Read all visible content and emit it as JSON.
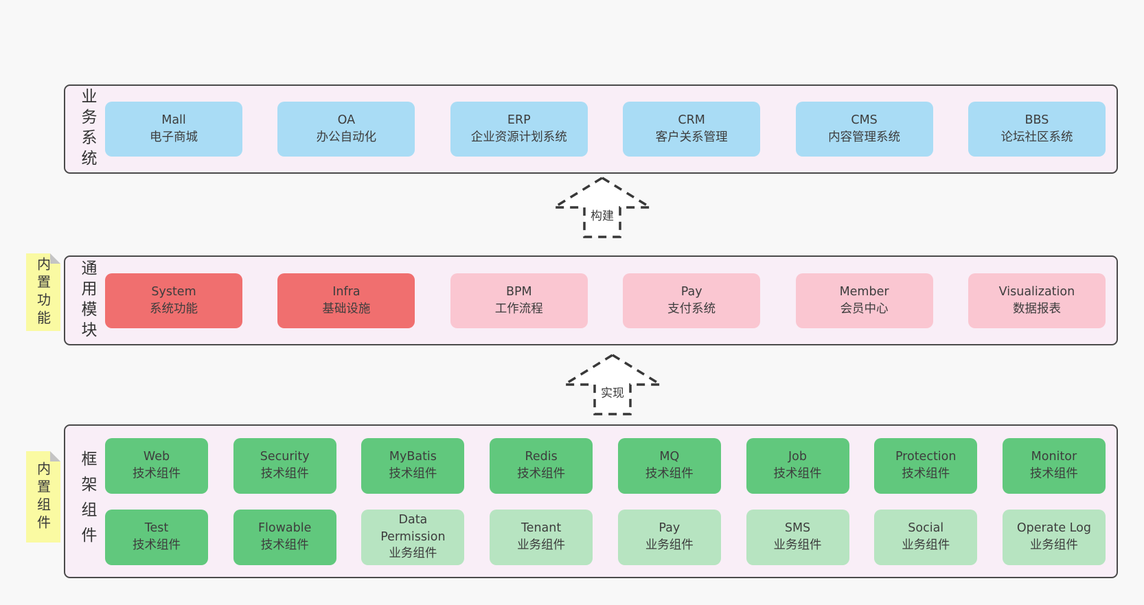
{
  "page": {
    "background": "#f8f8f8",
    "container_background": "#f9eef7",
    "border_color": "#4a4a4a",
    "text_color": "#3d3d3d"
  },
  "colors": {
    "blue": "#a9dcf5",
    "red": "#f06f6f",
    "pink": "#fac6d1",
    "green": "#61c87d",
    "lightgreen": "#b7e4c1",
    "tag_yellow": "#fafaa2",
    "tag_fold_gray": "#c4c4c4"
  },
  "arrows": [
    {
      "label": "构建"
    },
    {
      "label": "实现"
    }
  ],
  "layers": [
    {
      "label": "业务系统",
      "tag": null,
      "rows": [
        [
          {
            "name": "Mall",
            "desc": "电子商城",
            "color": "blue"
          },
          {
            "name": "OA",
            "desc": "办公自动化",
            "color": "blue"
          },
          {
            "name": "ERP",
            "desc": "企业资源计划系统",
            "color": "blue"
          },
          {
            "name": "CRM",
            "desc": "客户关系管理",
            "color": "blue"
          },
          {
            "name": "CMS",
            "desc": "内容管理系统",
            "color": "blue"
          },
          {
            "name": "BBS",
            "desc": "论坛社区系统",
            "color": "blue"
          }
        ]
      ]
    },
    {
      "label": "通用模块",
      "tag": "内置功能",
      "rows": [
        [
          {
            "name": "System",
            "desc": "系统功能",
            "color": "red"
          },
          {
            "name": "Infra",
            "desc": "基础设施",
            "color": "red"
          },
          {
            "name": "BPM",
            "desc": "工作流程",
            "color": "pink"
          },
          {
            "name": "Pay",
            "desc": "支付系统",
            "color": "pink"
          },
          {
            "name": "Member",
            "desc": "会员中心",
            "color": "pink"
          },
          {
            "name": "Visualization",
            "desc": "数据报表",
            "color": "pink"
          }
        ]
      ]
    },
    {
      "label": "框架组件",
      "tag": "内置组件",
      "rows": [
        [
          {
            "name": "Web",
            "desc": "技术组件",
            "color": "green"
          },
          {
            "name": "Security",
            "desc": "技术组件",
            "color": "green"
          },
          {
            "name": "MyBatis",
            "desc": "技术组件",
            "color": "green"
          },
          {
            "name": "Redis",
            "desc": "技术组件",
            "color": "green"
          },
          {
            "name": "MQ",
            "desc": "技术组件",
            "color": "green"
          },
          {
            "name": "Job",
            "desc": "技术组件",
            "color": "green"
          },
          {
            "name": "Protection",
            "desc": "技术组件",
            "color": "green"
          },
          {
            "name": "Monitor",
            "desc": "技术组件",
            "color": "green"
          }
        ],
        [
          {
            "name": "Test",
            "desc": "技术组件",
            "color": "green"
          },
          {
            "name": "Flowable",
            "desc": "技术组件",
            "color": "green"
          },
          {
            "name": "Data Permission",
            "desc": "业务组件",
            "color": "lightgreen"
          },
          {
            "name": "Tenant",
            "desc": "业务组件",
            "color": "lightgreen"
          },
          {
            "name": "Pay",
            "desc": "业务组件",
            "color": "lightgreen"
          },
          {
            "name": "SMS",
            "desc": "业务组件",
            "color": "lightgreen"
          },
          {
            "name": "Social",
            "desc": "业务组件",
            "color": "lightgreen"
          },
          {
            "name": "Operate Log",
            "desc": "业务组件",
            "color": "lightgreen"
          }
        ]
      ]
    }
  ]
}
